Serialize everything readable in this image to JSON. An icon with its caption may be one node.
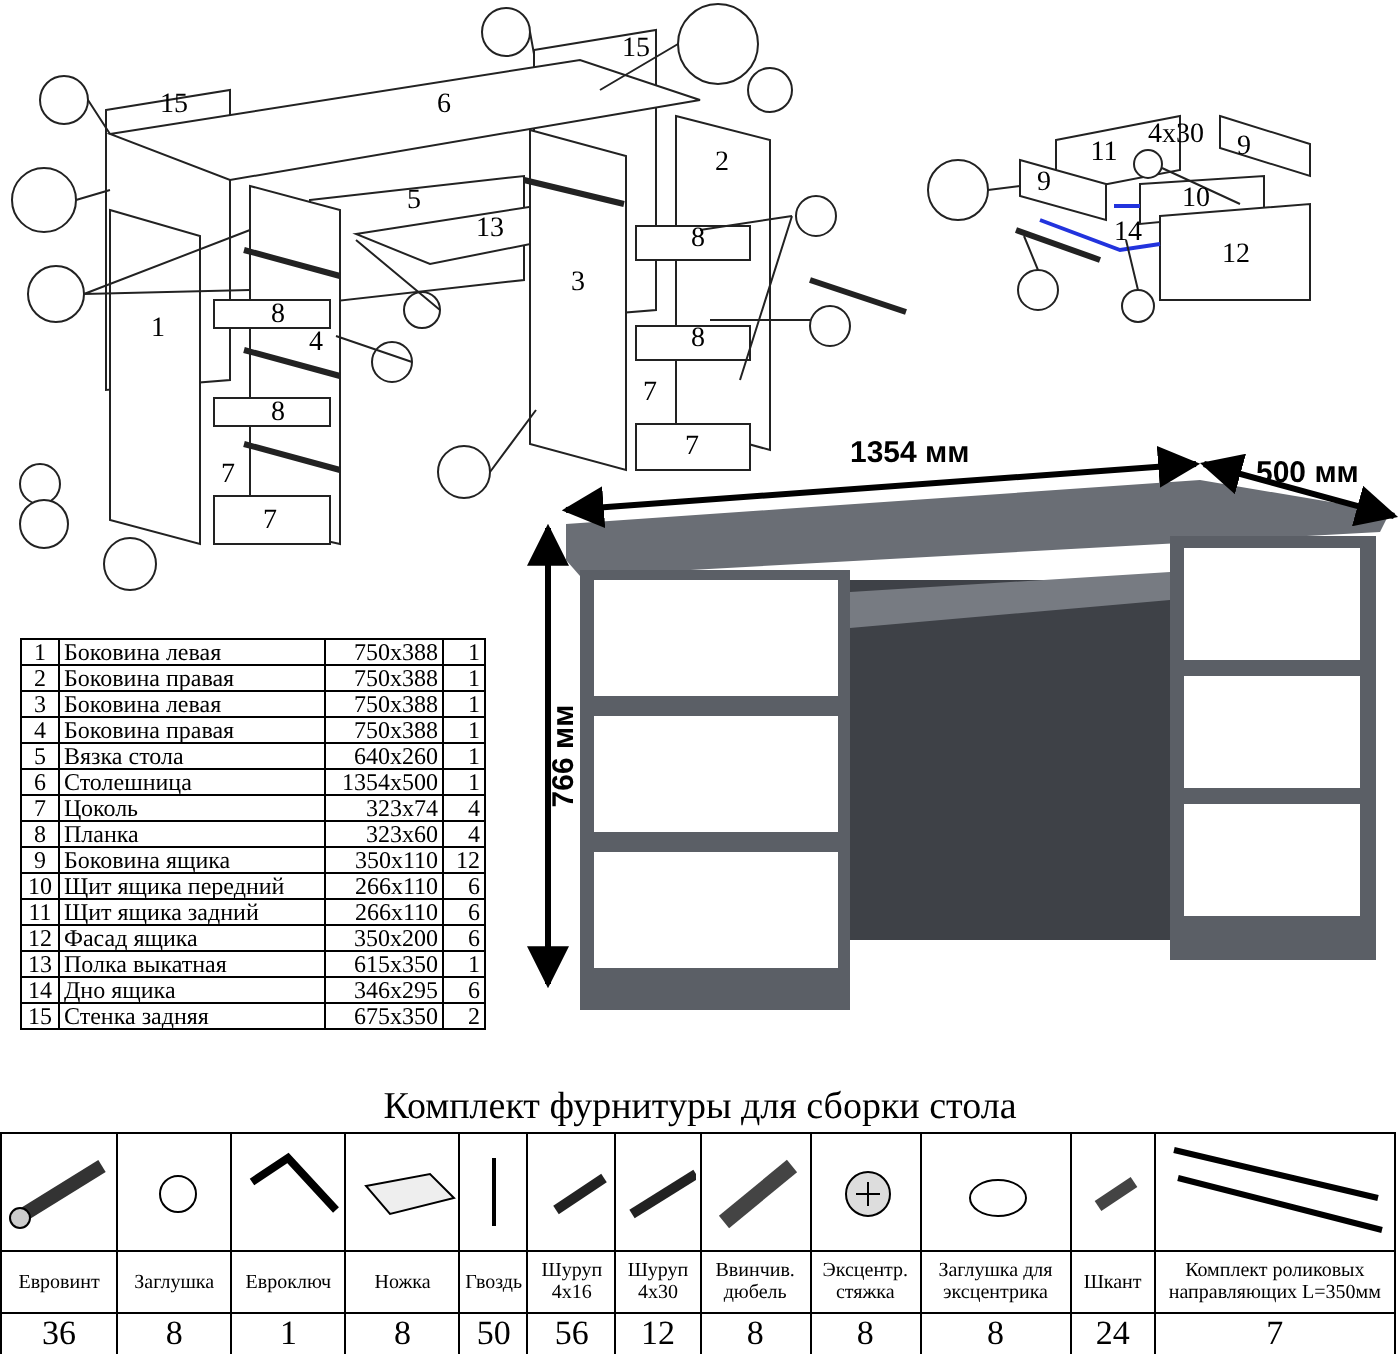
{
  "diagram": {
    "title": "Комплект фурнитуры для сборки стола",
    "labels": [
      "15",
      "15",
      "6",
      "2",
      "5",
      "13",
      "1",
      "3",
      "8",
      "4",
      "8",
      "8",
      "8",
      "7",
      "7",
      "7",
      "7",
      "11",
      "4x30",
      "9",
      "9",
      "10",
      "14",
      "12",
      "1354 мм",
      "500 мм",
      "766 мм",
      "1",
      "Боковина левая",
      "750x388",
      "1",
      "2",
      "Боковина правая",
      "750x388",
      "1",
      "3",
      "Боковина левая",
      "750x388",
      "1",
      "4",
      "Боковина правая",
      "750x388",
      "1",
      "5",
      "Вязка стола",
      "640x260",
      "1",
      "6",
      "Столешница",
      "1354x500",
      "1",
      "7",
      "Цоколь",
      "323x74",
      "4",
      "8",
      "Планка",
      "323x60",
      "4",
      "9",
      "Боковина ящика",
      "350x110",
      "12",
      "10",
      "Щит ящика передний",
      "266x110",
      "6",
      "11",
      "Щит ящика задний",
      "266x110",
      "6",
      "12",
      "Фасад ящика",
      "350x200",
      "6",
      "13",
      "Полка выкатная",
      "615x350",
      "1",
      "14",
      "Дно ящика",
      "346x295",
      "6",
      "15",
      "Стенка задняя",
      "675x350",
      "2",
      "Евровинт",
      "Заглушка",
      "Евроключ",
      "Ножка",
      "Гвоздь",
      "Шуруп 4x16",
      "Шуруп 4x30",
      "Ввинчив. дюбель",
      "Эксцентр. стяжка",
      "Заглушка для эксцентрика",
      "Шкант",
      "Комплект роликовых направляющих L=350мм",
      "36",
      "8",
      "1",
      "8",
      "50",
      "56",
      "12",
      "8",
      "8",
      "8",
      "24",
      "7"
    ]
  }
}
